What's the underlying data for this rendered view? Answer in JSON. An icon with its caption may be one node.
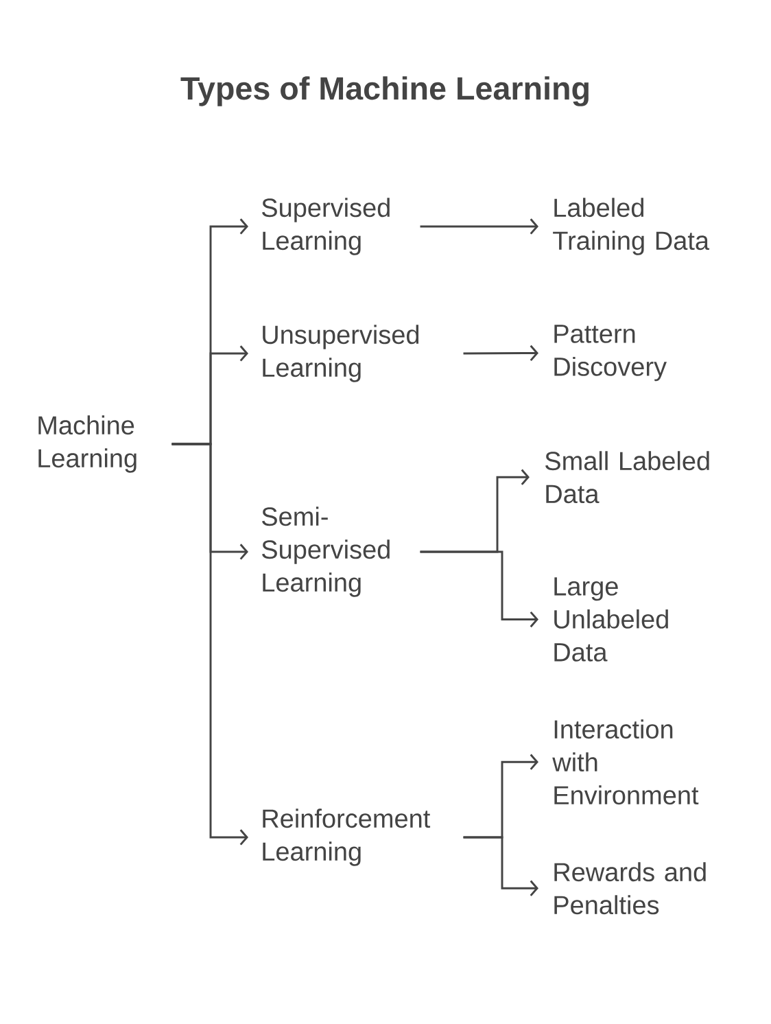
{
  "diagram": {
    "title": "Types of Machine Learning",
    "nodes": [
      {
        "text": [
          "Machine Learning"
        ]
      },
      {
        "text": [
          "Supervised Learning"
        ]
      },
      {
        "text": [
          "Unsupervised Learning"
        ]
      },
      {
        "text": [
          "Semi-Supervised Learning"
        ]
      },
      {
        "text": [
          "Reinforcement Learning"
        ]
      },
      {
        "text": [
          "Labeled Training Data"
        ]
      },
      {
        "text": [
          "Pattern Discovery"
        ]
      },
      {
        "text": [
          "Small Labeled Data"
        ]
      },
      {
        "text": [
          "Large Unlabeled Data"
        ]
      },
      {
        "text": [
          "Interaction with Environment"
        ]
      },
      {
        "text": [
          "Rewards and Penalties"
        ]
      }
    ],
    "edges": [
      {
        "from": 0,
        "to": 1,
        "arrow": "to"
      },
      {
        "from": 0,
        "to": 2,
        "arrow": "to"
      },
      {
        "from": 0,
        "to": 3,
        "arrow": "to"
      },
      {
        "from": 0,
        "to": 4,
        "arrow": "to"
      },
      {
        "from": 1,
        "to": 5,
        "arrow": "to"
      },
      {
        "from": 2,
        "to": 6,
        "arrow": "to"
      },
      {
        "from": 3,
        "to": 7,
        "arrow": "to"
      },
      {
        "from": 3,
        "to": 8,
        "arrow": "to"
      },
      {
        "from": 4,
        "to": 9,
        "arrow": "to"
      },
      {
        "from": 4,
        "to": 10,
        "arrow": "to"
      }
    ]
  }
}
